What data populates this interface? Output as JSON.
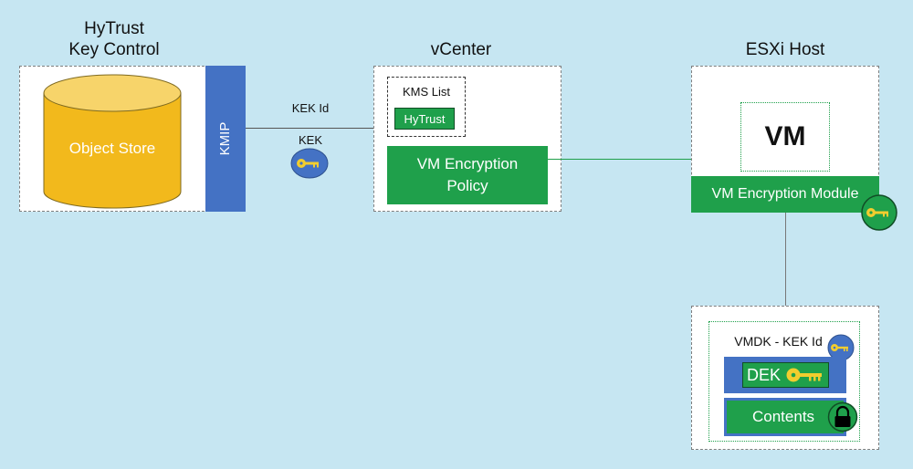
{
  "titles": {
    "hytrust_line1": "HyTrust",
    "hytrust_line2": "Key Control",
    "vcenter": "vCenter",
    "esxi": "ESXi Host"
  },
  "key_control": {
    "object_store": "Object Store",
    "kmip": "KMIP"
  },
  "connection": {
    "kek_id": "KEK Id",
    "kek": "KEK"
  },
  "vcenter": {
    "kms_list": "KMS List",
    "hytrust": "HyTrust",
    "policy_line1": "VM Encryption",
    "policy_line2": "Policy"
  },
  "esxi": {
    "vm": "VM",
    "module": "VM Encryption Module"
  },
  "vmdk": {
    "header": "VMDK - KEK Id",
    "dek": "DEK",
    "contents": "Contents"
  },
  "colors": {
    "background": "#c6e6f2",
    "green": "#1fa04b",
    "blue": "#4472c4",
    "cylinder": "#f2b91c",
    "key": "#f2cd2e"
  },
  "icons": [
    "key-icon",
    "lock-icon",
    "database-icon"
  ]
}
